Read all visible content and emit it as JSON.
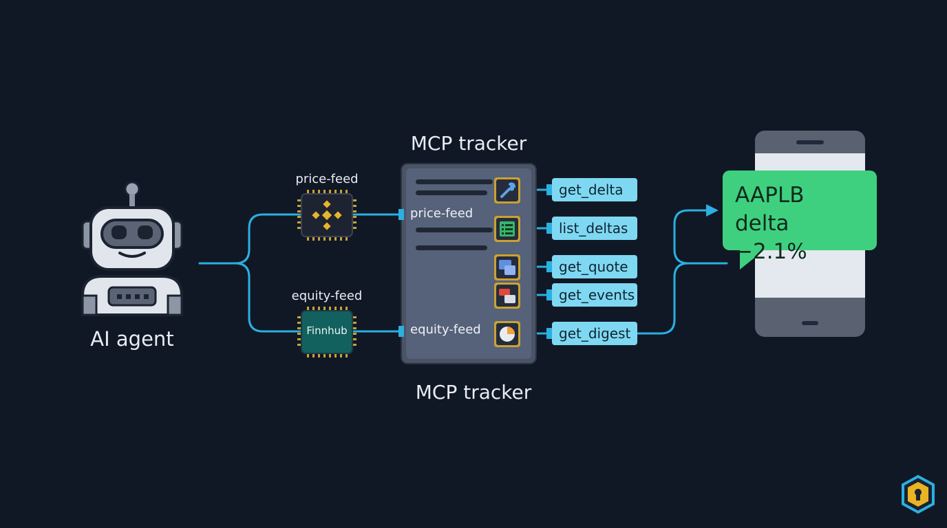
{
  "agent": {
    "label": "AI agent",
    "icon": "robot-icon"
  },
  "feeds": [
    {
      "label": "price-feed",
      "chip_icon": "binance-logo-icon"
    },
    {
      "label": "equity-feed",
      "chip_text": "Finnhub"
    }
  ],
  "tracker": {
    "title_top": "MCP tracker",
    "title_bottom": "MCP tracker",
    "inputs": [
      "price-feed",
      "equity-feed"
    ]
  },
  "tools": [
    {
      "name": "get_delta",
      "icon": "wrench-icon"
    },
    {
      "name": "list_deltas",
      "icon": "list-icon"
    },
    {
      "name": "get_quote",
      "icon": "quote-icon"
    },
    {
      "name": "get_events",
      "icon": "events-icon"
    },
    {
      "name": "get_digest",
      "icon": "pie-chart-icon"
    }
  ],
  "notification": {
    "line1": "AAPLB",
    "line2": "delta −2.1%"
  },
  "colors": {
    "background": "#101826",
    "wire": "#2bb0e0",
    "tool_fill": "#7fd8f2",
    "bubble": "#3fd07f"
  },
  "brand_icon": "shield-keyhole-icon"
}
